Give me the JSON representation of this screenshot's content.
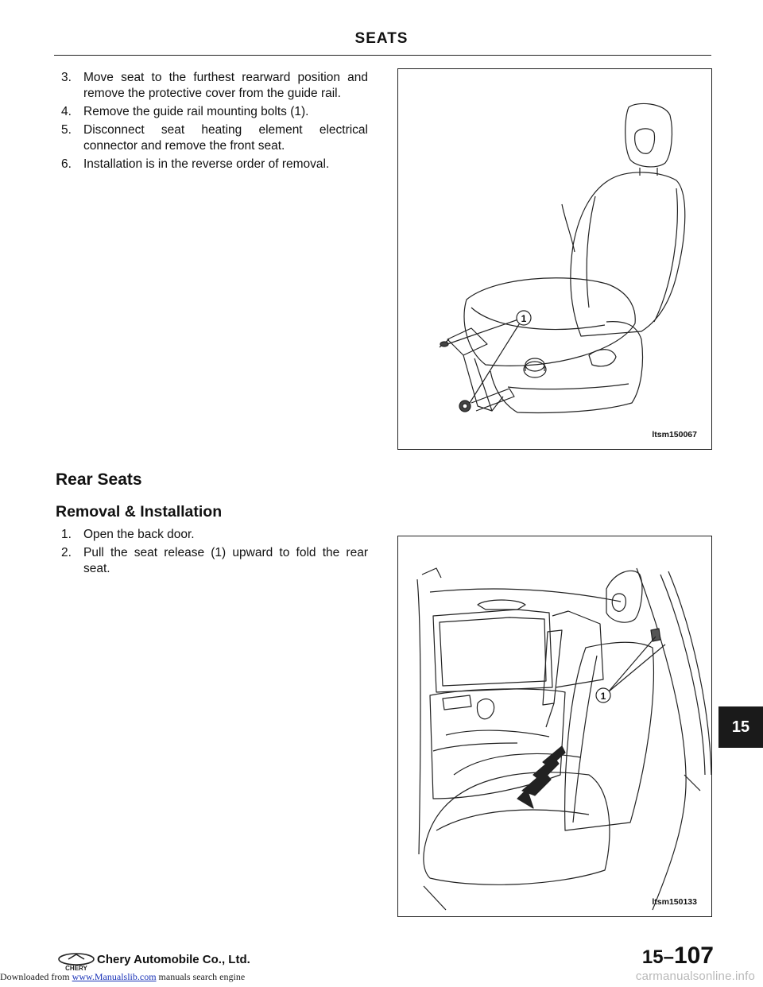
{
  "header": {
    "title": "SEATS"
  },
  "front_steps": [
    {
      "num": "3.",
      "text": "Move seat to the furthest rearward position and remove the protective cover from the guide rail."
    },
    {
      "num": "4.",
      "text": "Remove the guide rail mounting bolts (1)."
    },
    {
      "num": "5.",
      "text": "Disconnect seat heating element electrical connector and remove the front seat."
    },
    {
      "num": "6.",
      "text": "Installation is in the reverse order of removal."
    }
  ],
  "section": {
    "title": "Rear Seats",
    "subtitle": "Removal & Installation"
  },
  "rear_steps": [
    {
      "num": "1.",
      "text": "Open the back door."
    },
    {
      "num": "2.",
      "text": "Pull the seat release (1) upward to fold the rear seat."
    }
  ],
  "figures": [
    {
      "id": "ltsm150067",
      "callout": "1",
      "icon": "front-seat-illustration"
    },
    {
      "id": "ltsm150133",
      "callout": "1",
      "icon": "rear-seat-illustration"
    }
  ],
  "chapter_tab": "15",
  "footer": {
    "company": "Chery Automobile Co., Ltd.",
    "chapter": "15",
    "dash": "–",
    "page": "107",
    "download_prefix": "Downloaded from",
    "download_link": "www.Manualslib.com",
    "download_suffix": "manuals search engine",
    "watermark": "carmanualsonline.info",
    "logo_text": "CHERY"
  }
}
